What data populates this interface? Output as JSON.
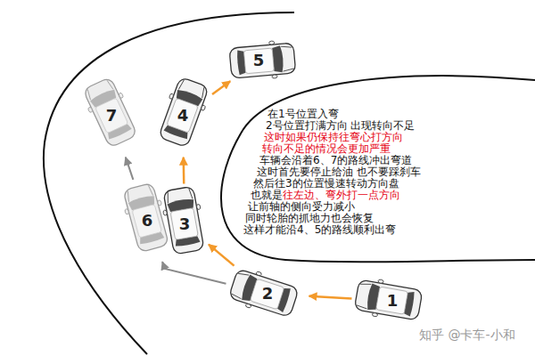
{
  "diagram": {
    "nodes": [
      {
        "text": [
          "1"
        ]
      },
      {
        "text": [
          "2"
        ]
      },
      {
        "text": [
          "3"
        ]
      },
      {
        "text": [
          "4"
        ]
      },
      {
        "text": [
          "5"
        ]
      },
      {
        "text": [
          "6"
        ]
      },
      {
        "text": [
          "7"
        ]
      }
    ],
    "edges": [
      {
        "from": 0,
        "to": 1,
        "arrow": "to"
      },
      {
        "from": 1,
        "to": 2,
        "arrow": "to"
      },
      {
        "from": 2,
        "to": 3,
        "arrow": "to"
      },
      {
        "from": 3,
        "to": 4,
        "arrow": "to"
      },
      {
        "from": 1,
        "to": 5,
        "arrow": "to"
      },
      {
        "from": 5,
        "to": 6,
        "arrow": "to"
      }
    ],
    "labels": [
      "在1号位置入弯",
      "2号位置打满方向 出现转向不足",
      "这时如果仍保持往弯心打方向",
      "转向不足的情况会更加严重",
      "车辆会沿着6、7的路线冲出弯道",
      "这时首先要停止给油 也不要踩刹车",
      "然后往3的位置慢速转动方向盘",
      "也就是",
      "往左边、弯外打一点方向",
      "让前轴的侧向受力减小",
      "同时轮胎的抓地力也会恢复",
      "这样才能沿4、5的路线顺利出弯",
      "知乎 @卡车-小和"
    ]
  }
}
